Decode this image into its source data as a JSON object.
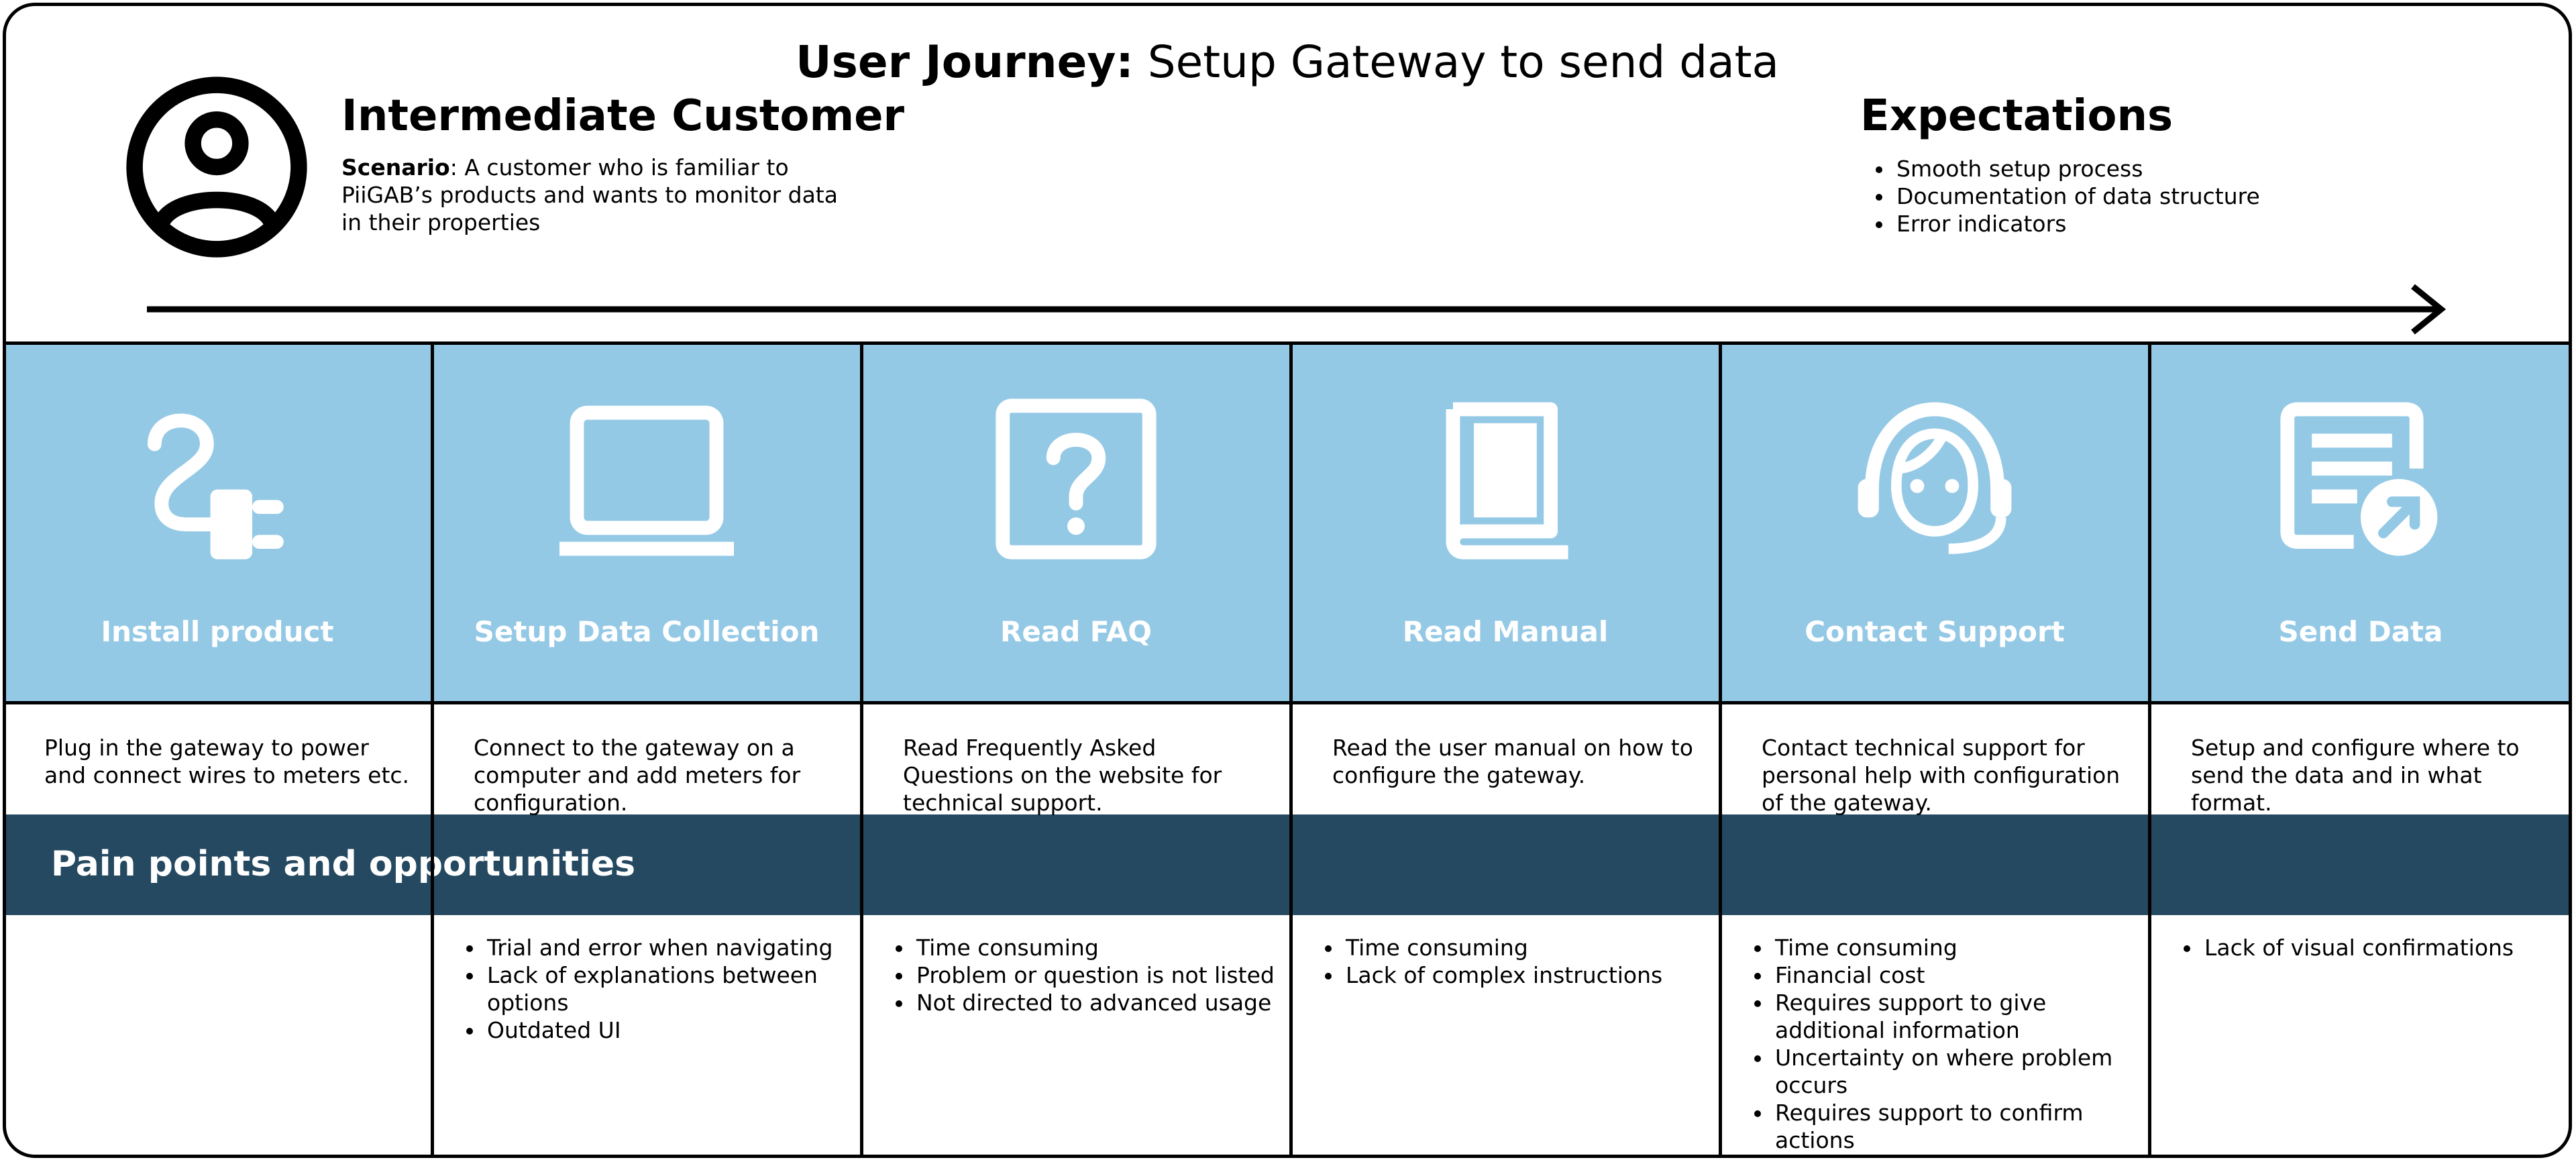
{
  "header": {
    "title_bold": "User Journey:",
    "title_rest": " Setup Gateway to send data"
  },
  "persona": {
    "icon": "user-circle-icon",
    "heading": "Intermediate Customer",
    "scenario_label": "Scenario",
    "scenario_text": ": A customer who is familiar to PiiGAB’s products and wants to monitor data in their properties"
  },
  "expectations": {
    "heading": "Expectations",
    "items": [
      "Smooth setup process",
      "Documentation of data structure",
      "Error indicators"
    ]
  },
  "stages": [
    {
      "icon": "plug-icon",
      "title": "Install product",
      "description": "Plug in the gateway to power and connect wires to meters etc.",
      "pain_points": []
    },
    {
      "icon": "laptop-icon",
      "title": "Setup Data Collection",
      "description": "Connect to the gateway on a computer and add meters for configuration.",
      "pain_points": [
        "Trial and error when navigating",
        "Lack of explanations between options",
        "Outdated UI"
      ]
    },
    {
      "icon": "question-box-icon",
      "title": "Read FAQ",
      "description": "Read Frequently Asked Questions on the website for technical support.",
      "pain_points": [
        "Time consuming",
        "Problem or question is not listed",
        "Not directed to advanced usage"
      ]
    },
    {
      "icon": "book-icon",
      "title": "Read Manual",
      "description": "Read the user manual on how to configure the gateway.",
      "pain_points": [
        "Time consuming",
        "Lack of complex instructions"
      ]
    },
    {
      "icon": "headset-agent-icon",
      "title": "Contact Support",
      "description": "Contact technical support for personal help with configuration of the gateway.",
      "pain_points": [
        "Time consuming",
        "Financial cost",
        "Requires support to give additional information",
        "Uncertainty on where problem occurs",
        "Requires support to confirm actions"
      ]
    },
    {
      "icon": "document-send-icon",
      "title": "Send Data",
      "description": "Setup and configure where to send the data and in what format.",
      "pain_points": [
        "Lack of visual confirmations"
      ]
    }
  ],
  "band": {
    "title": "Pain points and opportunities"
  },
  "colors": {
    "stage_fill": "#94c9e6",
    "band_fill": "#254961",
    "text": "#000000",
    "stage_title": "#ffffff"
  }
}
